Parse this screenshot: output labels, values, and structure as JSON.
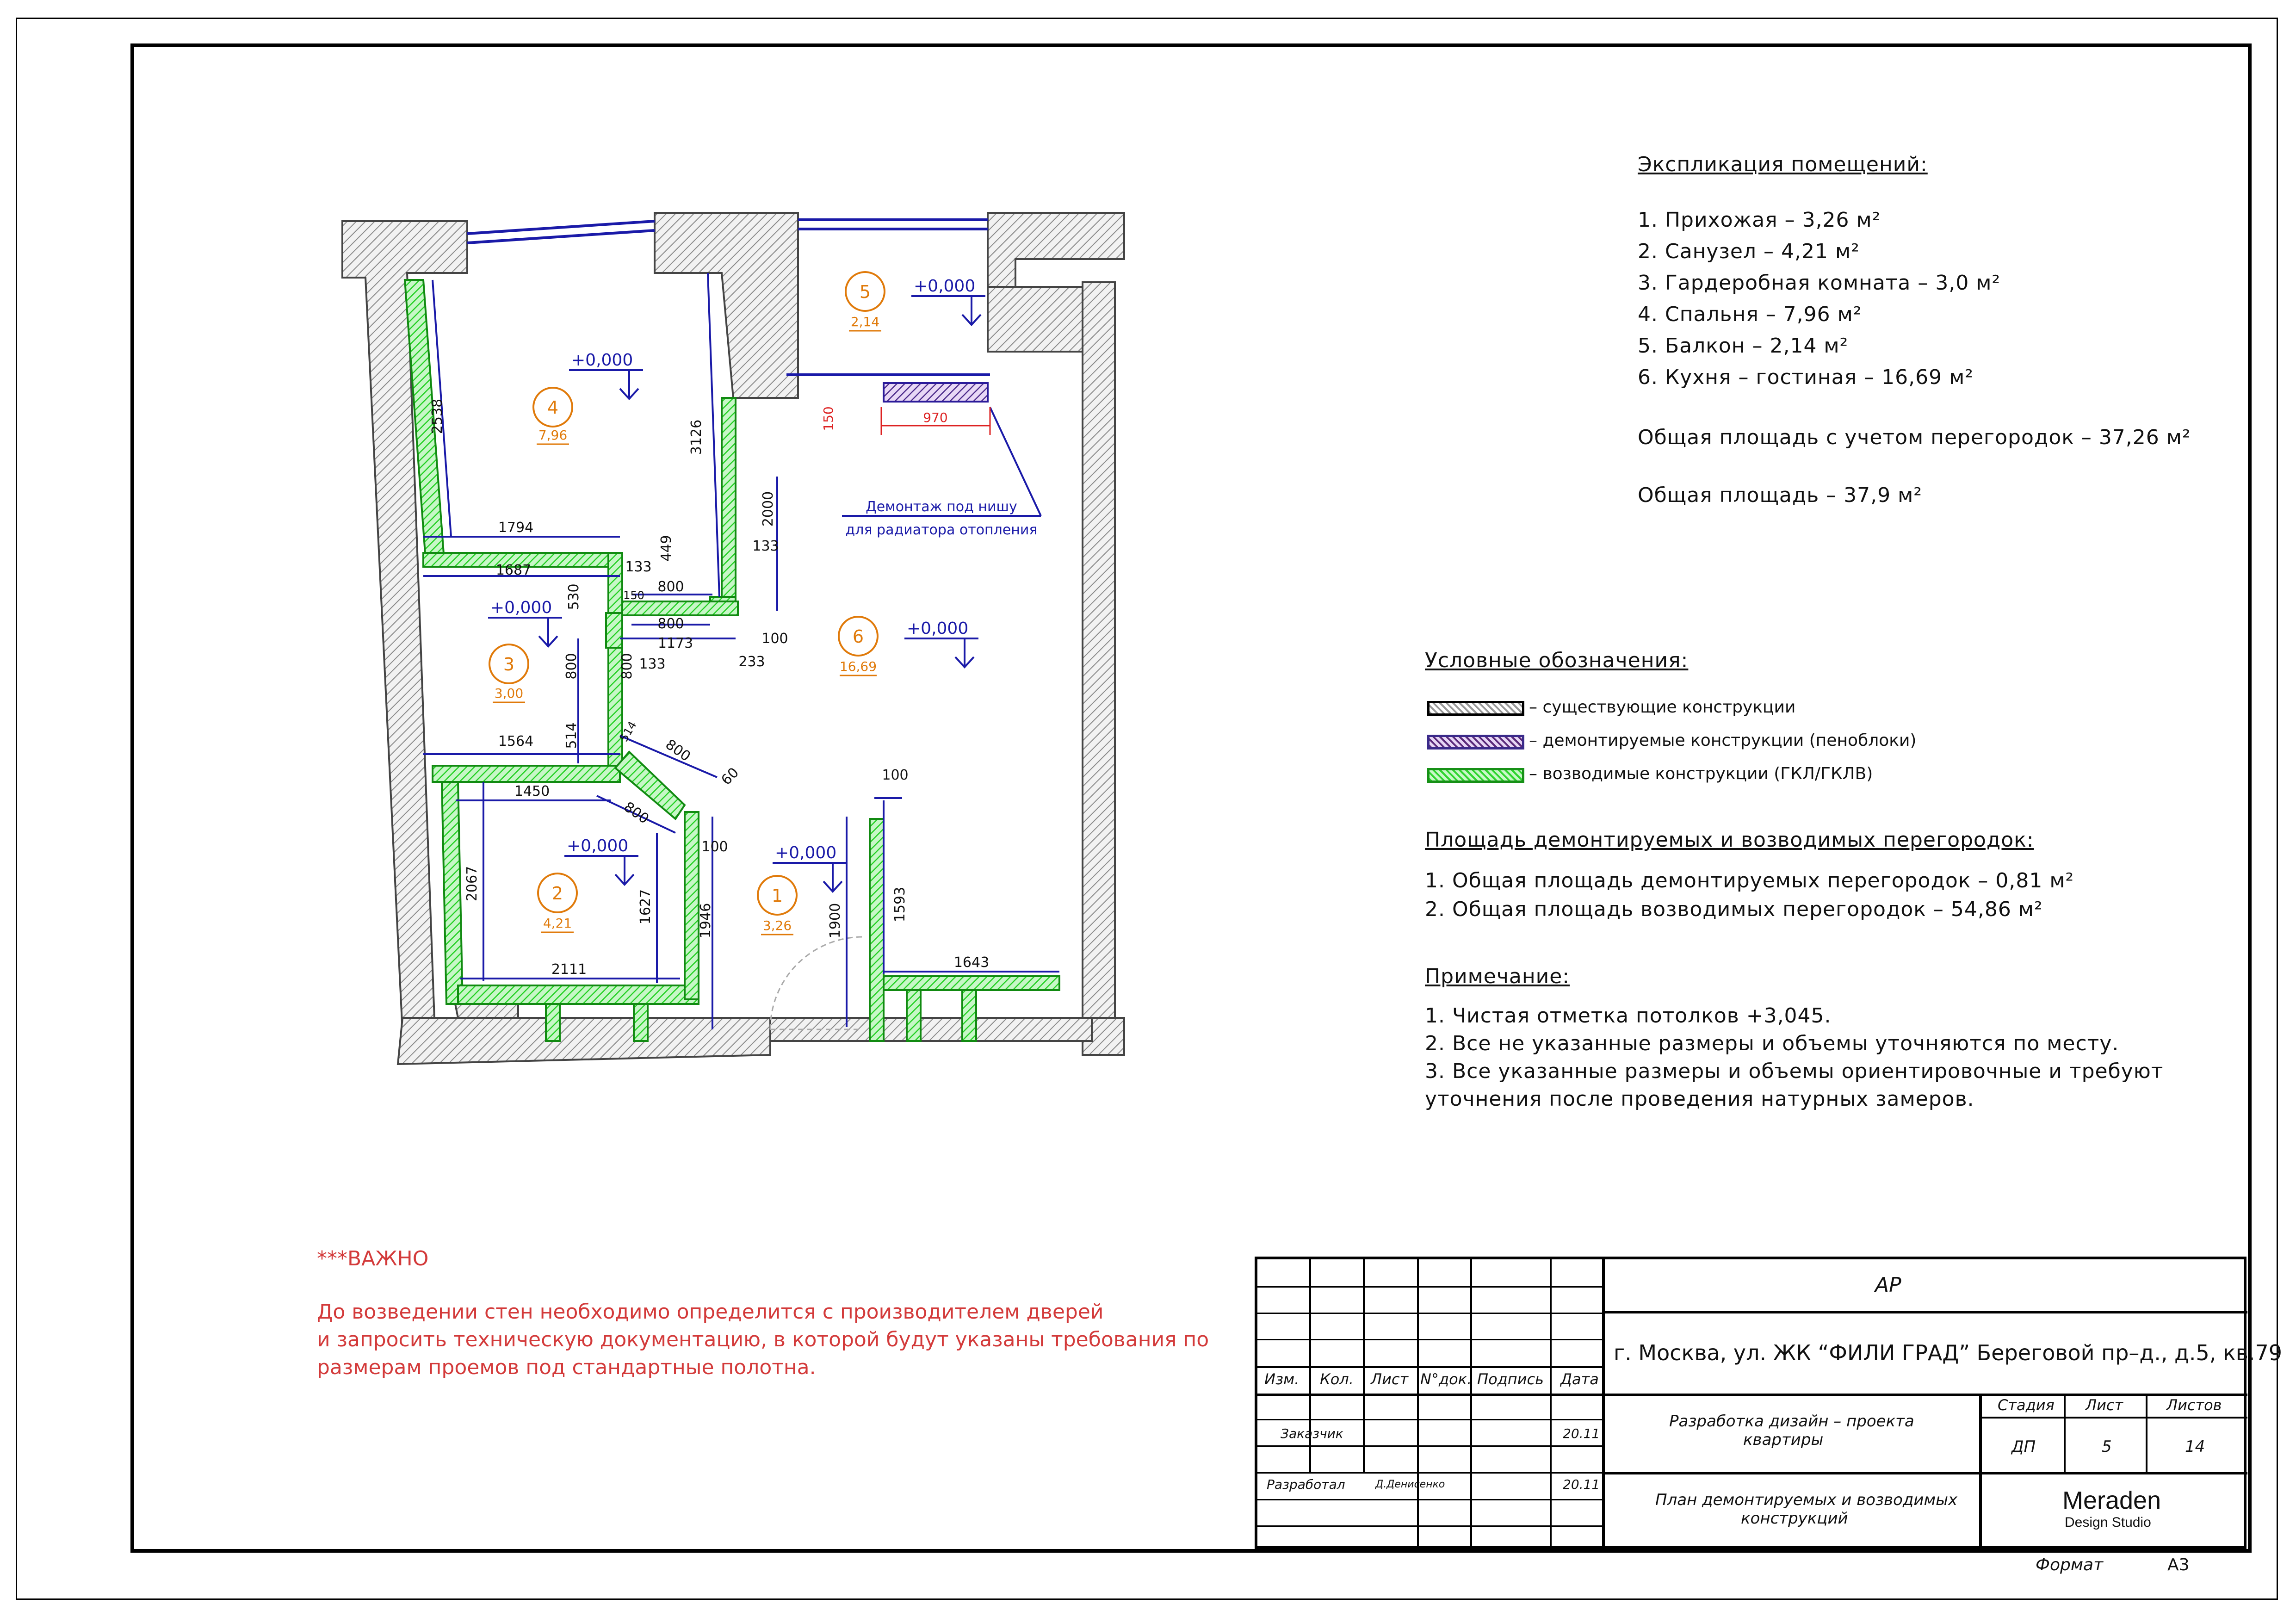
{
  "explication": {
    "title": "Экспликация помещений:",
    "items": [
      "1. Прихожая – 3,26 м²",
      "2. Санузел – 4,21 м²",
      "3. Гардеробная комната – 3,0 м²",
      "4. Спальня – 7,96 м²",
      "5. Балкон – 2,14 м²",
      "6. Кухня – гостиная – 16,69 м²"
    ],
    "total_with_partitions": "Общая площадь с учетом перегородок – 37,26 м²",
    "total": "Общая площадь – 37,9 м²"
  },
  "legend": {
    "title": "Условные обозначения:",
    "existing": "– существующие конструкции",
    "demolished": "– демонтируемые конструкции (пеноблоки)",
    "erected": "– возводимые конструкции (ГКЛ/ГКЛВ)"
  },
  "partitions": {
    "title": "Площадь демонтируемых и возводимых  перегородок:",
    "items": [
      "1. Общая площадь демонтируемых перегородок – 0,81 м²",
      "2. Общая площадь возводимых перегородок – 54,86 м²"
    ]
  },
  "notes": {
    "title": "Примечание:",
    "items": [
      "1. Чистая отметка потолков +3,045.",
      "2. Все не указанные размеры и объемы уточняются по месту.",
      "3. Все указанные размеры и объемы ориентировочные и требуют",
      "уточнения после проведения натурных замеров."
    ]
  },
  "warning": {
    "title": "***ВАЖНО",
    "lines": [
      "До возведении стен необходимо определится с производителем дверей",
      "и запросить техническую документацию, в которой будут указаны требования по",
      "размерам проемов под стандартные полотна."
    ]
  },
  "plan": {
    "rooms": [
      {
        "num": "1",
        "area": "3,26"
      },
      {
        "num": "2",
        "area": "4,21"
      },
      {
        "num": "3",
        "area": "3,00"
      },
      {
        "num": "4",
        "area": "7,96"
      },
      {
        "num": "5",
        "area": "2,14"
      },
      {
        "num": "6",
        "area": "16,69"
      }
    ],
    "level": "+0,000",
    "radiator_note": [
      "Демонтаж под нишу",
      "для радиатора отопления"
    ],
    "dims": [
      "2538",
      "1794",
      "1687",
      "3126",
      "2000",
      "133",
      "449",
      "133",
      "800",
      "530",
      "800",
      "150",
      "1173",
      "100",
      "233",
      "800",
      "800",
      "133",
      "1564",
      "514",
      "514",
      "800",
      "60",
      "1450",
      "800",
      "2067",
      "1627",
      "100",
      "1946",
      "1900",
      "1593",
      "100",
      "2111",
      "1643",
      "150",
      "970"
    ]
  },
  "title_block": {
    "code": "АР",
    "address": "г. Москва, ул. ЖК “ФИЛИ ГРАД” Береговой пр–д., д.5, кв.79",
    "headers": [
      "Изм.",
      "Кол.",
      "Лист",
      "N°док.",
      "Подпись",
      "Дата"
    ],
    "customer_label": "Заказчик",
    "customer_date": "20.11",
    "developer_label": "Разработал",
    "developer_name": "Д.Денисенко",
    "developer_date": "20.11",
    "project_title": [
      "Разработка дизайн – проекта",
      "квартиры"
    ],
    "sheet_title": [
      "План демонтируемых и возводимых",
      "конструкций"
    ],
    "stage_label": "Стадия",
    "sheet_label": "Лист",
    "sheets_label": "Листов",
    "stage": "ДП",
    "sheet": "5",
    "sheets": "14",
    "company": "Meraden",
    "company_sub": "Design Studio",
    "format_label": "Формат",
    "format": "А3"
  }
}
